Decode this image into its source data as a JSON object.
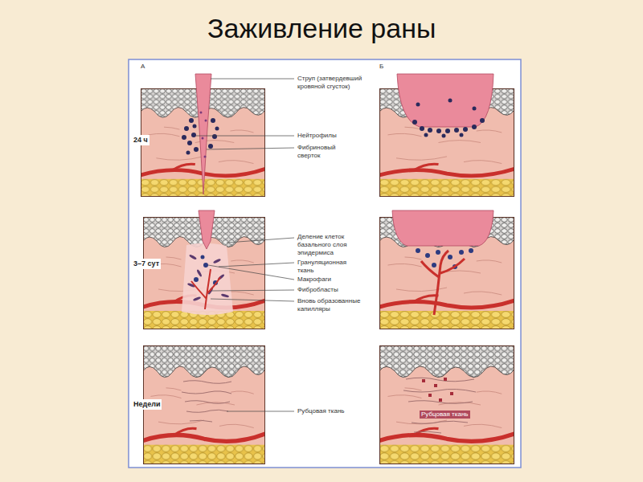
{
  "diagram": {
    "title": "Заживление раны",
    "labels": [
      "А",
      "Б",
      "24 ч",
      "Струп (затвердевший кровяной сгусток)",
      "Нейтрофилы",
      "Фибриновый сверток",
      "3–7 сут",
      "Деление клеток базального слоя эпидермиса",
      "Грануляционная ткань",
      "Макрофаги",
      "Фибробласты",
      "Вновь образованные капилляры",
      "Недели",
      "Рубцовая ткань",
      "Рубцовая ткань"
    ]
  }
}
